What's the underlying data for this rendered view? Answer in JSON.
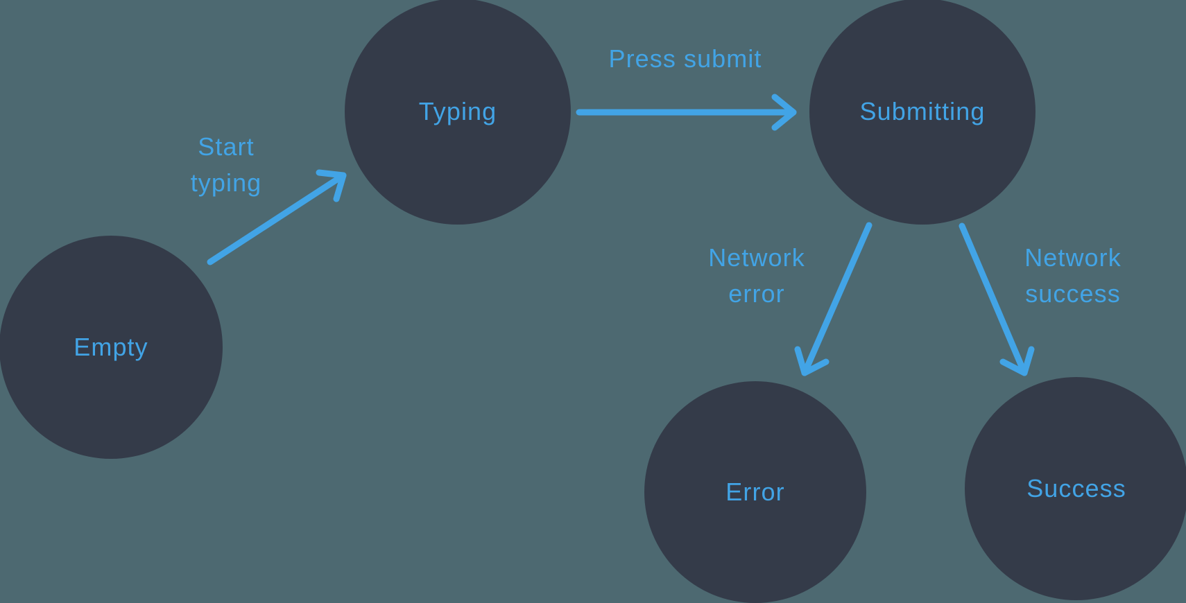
{
  "diagram": {
    "type": "state-machine",
    "colors": {
      "background": "#4d6971",
      "node_fill": "#343b49",
      "accent": "#42a4e6"
    },
    "nodes": [
      {
        "id": "empty",
        "label": "Empty"
      },
      {
        "id": "typing",
        "label": "Typing"
      },
      {
        "id": "submitting",
        "label": "Submitting"
      },
      {
        "id": "error",
        "label": "Error"
      },
      {
        "id": "success",
        "label": "Success"
      }
    ],
    "edges": [
      {
        "from": "empty",
        "to": "typing",
        "label": "Start\ntyping"
      },
      {
        "from": "typing",
        "to": "submitting",
        "label": "Press submit"
      },
      {
        "from": "submitting",
        "to": "error",
        "label": "Network\nerror"
      },
      {
        "from": "submitting",
        "to": "success",
        "label": "Network\nsuccess"
      }
    ]
  }
}
